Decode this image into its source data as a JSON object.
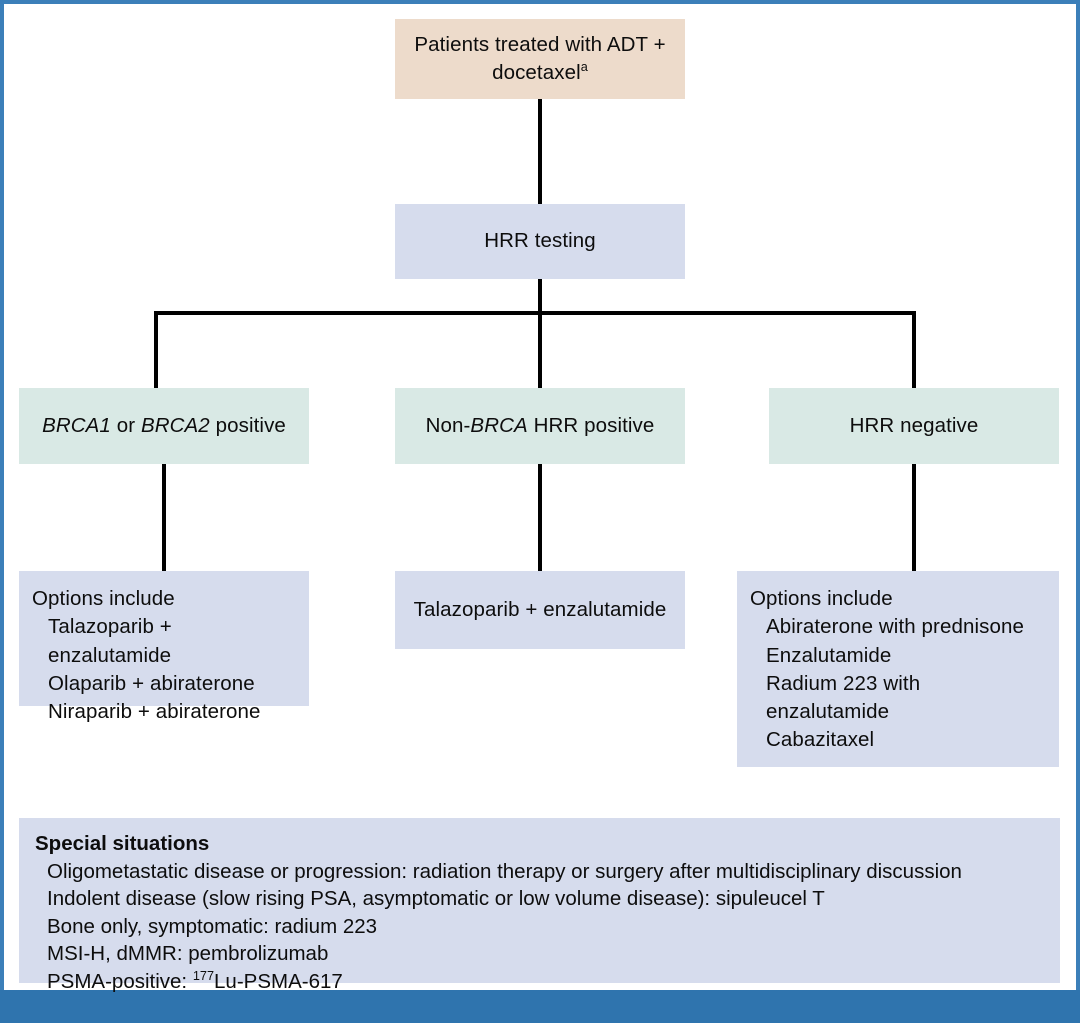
{
  "frame": {
    "border_color": "#3c7fb9",
    "footer_bar_color": "#2f74ae"
  },
  "colors": {
    "peach_box": "#eddbcb",
    "blue_box": "#d6dced",
    "mint_box": "#d9e9e5",
    "connector": "#000000",
    "text": "#0d0d0d"
  },
  "flowchart": {
    "type": "treatment-algorithm-flowchart",
    "nodes": {
      "root": {
        "id": "patients-treated",
        "line1": "Patients treated with ADT +",
        "line2": "docetaxel",
        "superscript": "a",
        "style": "peach"
      },
      "testing": {
        "id": "hrr-testing",
        "label": "HRR testing",
        "style": "blue"
      },
      "branch_left": {
        "id": "brca-positive",
        "pre": "",
        "gene1": "BRCA1",
        "mid": " or ",
        "gene2": "BRCA2",
        "post": " positive",
        "style": "mint"
      },
      "branch_middle": {
        "id": "non-brca-hrr-positive",
        "pre": "Non-",
        "gene1": "BRCA",
        "post": " HRR positive",
        "style": "mint"
      },
      "branch_right": {
        "id": "hrr-negative",
        "label": "HRR negative",
        "style": "mint"
      },
      "options_left": {
        "id": "options-brca-positive",
        "heading": "Options include",
        "items": [
          "Talazoparib + enzalutamide",
          "Olaparib + abiraterone",
          "Niraparib + abiraterone"
        ],
        "style": "blue"
      },
      "options_middle": {
        "id": "options-non-brca",
        "label": "Talazoparib + enzalutamide",
        "style": "blue"
      },
      "options_right": {
        "id": "options-hrr-negative",
        "heading": "Options include",
        "items": [
          "Abiraterone with prednisone",
          "Enzalutamide",
          "Radium 223 with enzalutamide",
          "Cabazitaxel"
        ],
        "style": "blue"
      }
    }
  },
  "special_situations": {
    "title": "Special situations",
    "lines": [
      "Oligometastatic disease or progression: radiation therapy or surgery after multidisciplinary discussion",
      "Indolent disease (slow rising PSA, asymptomatic or low volume disease): sipuleucel T",
      "Bone only, symptomatic: radium 223",
      "MSI-H, dMMR: pembrolizumab"
    ],
    "psma_line": {
      "prefix": "PSMA-positive: ",
      "superscript": "177",
      "suffix": "Lu-PSMA-617"
    }
  }
}
